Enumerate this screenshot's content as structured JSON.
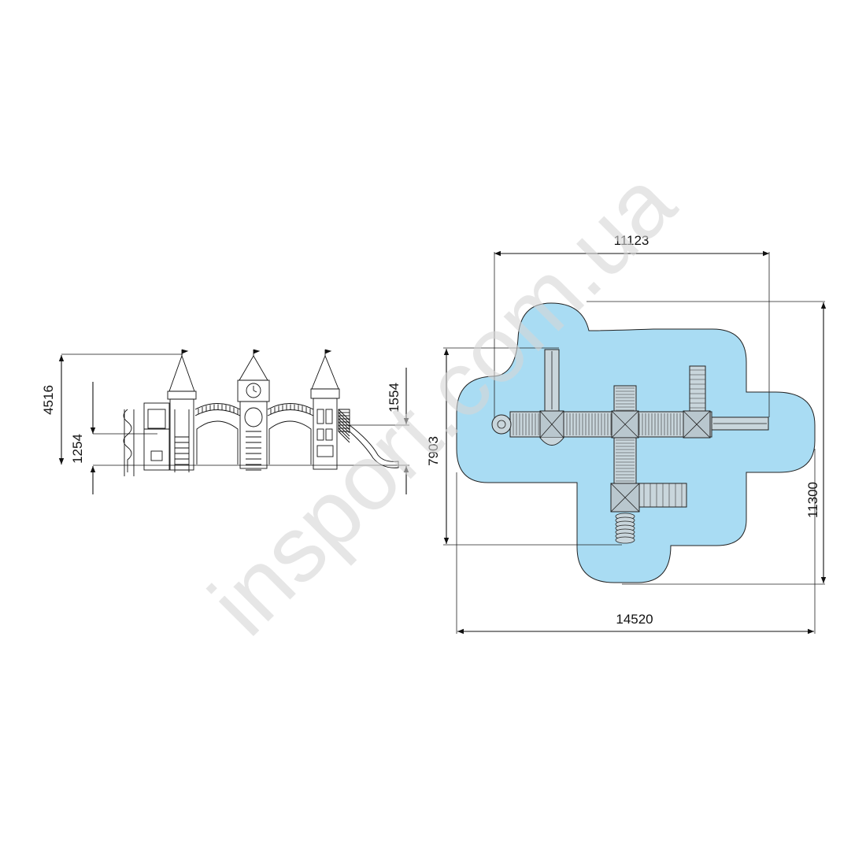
{
  "watermark": "insport.com.ua",
  "dimensions": {
    "side_total_height": "4516",
    "side_platform_height_1": "1254",
    "side_platform_height_2": "1554",
    "plan_equipment_width": "11123",
    "plan_equipment_depth": "7903",
    "plan_zone_width": "14520",
    "plan_zone_depth": "11300"
  },
  "colors": {
    "safety_zone_fill": "#a9dcf3",
    "safety_zone_stroke": "#222222",
    "line": "#111111",
    "watermark": "#d6d6d6"
  }
}
